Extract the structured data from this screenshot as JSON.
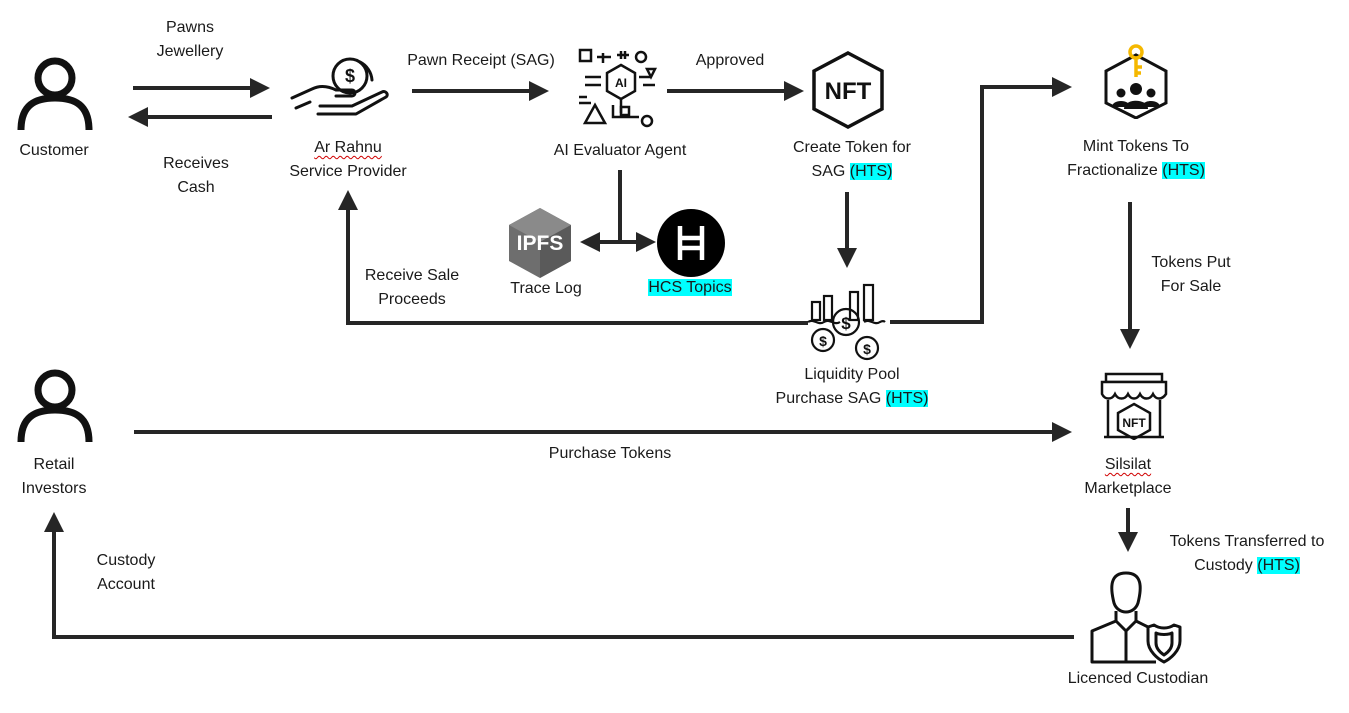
{
  "nodes": {
    "customer": {
      "label": "Customer"
    },
    "provider": {
      "line1": "Ar Rahnu",
      "line2": "Service Provider"
    },
    "ai_agent": {
      "label": "AI Evaluator Agent",
      "icon_text": "AI"
    },
    "nft_create": {
      "line1": "Create Token for",
      "line2_prefix": "SAG ",
      "line2_tag": "(HTS)",
      "icon_text": "NFT"
    },
    "mint": {
      "line1": "Mint Tokens To",
      "line2_prefix": "Fractionalize ",
      "line2_tag": "(HTS)"
    },
    "ipfs": {
      "label": "Trace Log",
      "icon_text": "IPFS"
    },
    "hcs": {
      "label": "HCS Topics",
      "icon_text": "Ħ"
    },
    "liquidity": {
      "line1": "Liquidity Pool",
      "line2_prefix": "Purchase SAG ",
      "line2_tag": "(HTS)"
    },
    "retail": {
      "line1": "Retail",
      "line2": "Investors"
    },
    "marketplace": {
      "line1": "Silsilat",
      "line2": "Marketplace",
      "icon_text": "NFT"
    },
    "custodian": {
      "label": "Licenced Custodian"
    }
  },
  "edges": {
    "pawns": {
      "line1": "Pawns",
      "line2": "Jewellery"
    },
    "receives_cash": {
      "line1": "Receives",
      "line2": "Cash"
    },
    "pawn_receipt": {
      "label": "Pawn Receipt (SAG)"
    },
    "approved": {
      "label": "Approved"
    },
    "receive_sale": {
      "line1": "Receive Sale",
      "line2": "Proceeds"
    },
    "tokens_put": {
      "line1": "Tokens Put",
      "line2": "For Sale"
    },
    "purchase_tokens": {
      "label": "Purchase Tokens"
    },
    "transferred": {
      "line1": "Tokens Transferred to",
      "line2_prefix": "Custody ",
      "line2_tag": "(HTS)"
    },
    "custody_account": {
      "line1": "Custody",
      "line2": "Account"
    }
  },
  "colors": {
    "line": "#262626",
    "highlight": "#00ffff",
    "gold": "#f5b800",
    "hedera": "#000000",
    "ipfs_gray": "#6e6e6e"
  }
}
